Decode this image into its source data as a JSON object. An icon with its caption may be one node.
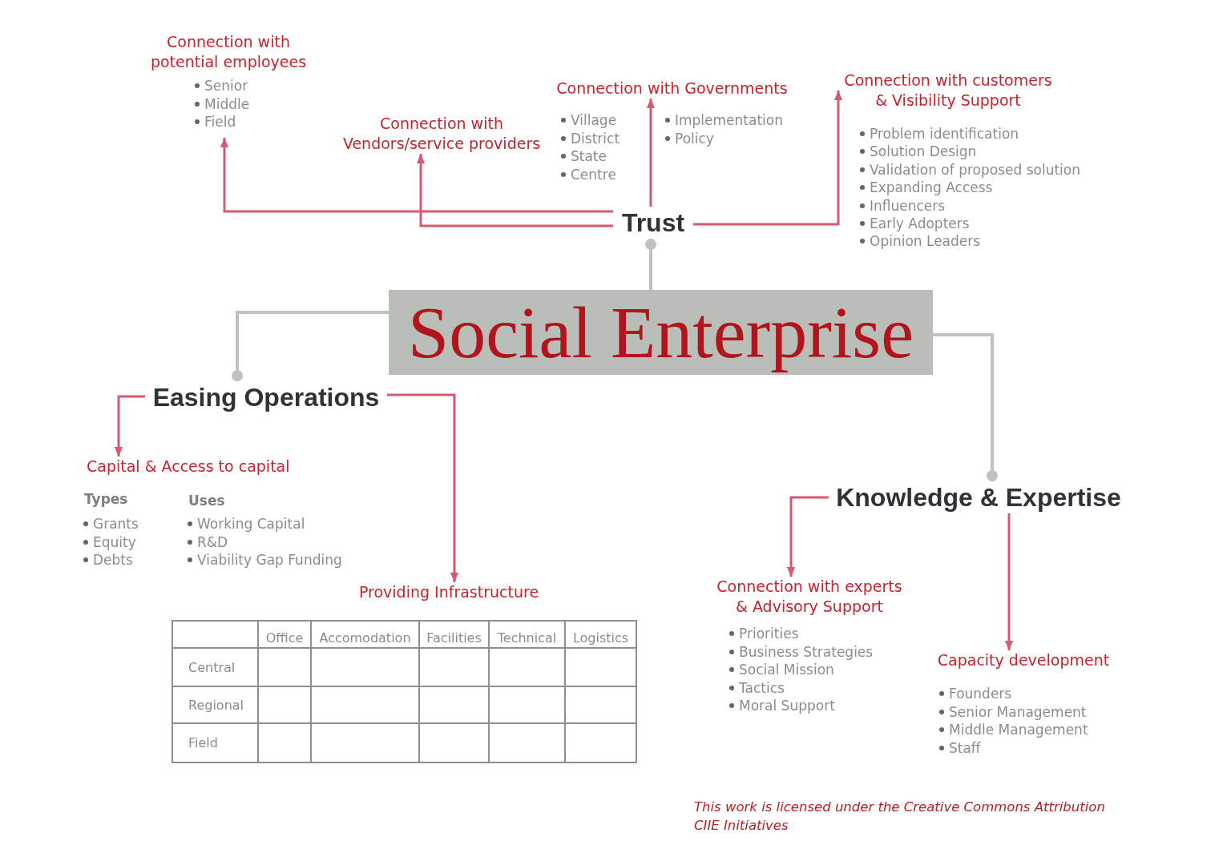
{
  "diagram": {
    "nodes": [
      {
        "text": [
          "Social Enterprise"
        ]
      },
      {
        "text": [
          "Trust"
        ]
      },
      {
        "text": [
          "Connection with potential employees",
          "Senior",
          "Middle",
          "Field"
        ]
      },
      {
        "text": [
          "Connection with Vendors/service providers"
        ]
      },
      {
        "text": [
          "Connection with Governments"
        ],
        "beside": [
          "Village",
          "District",
          "State",
          "Centre",
          "Implementation",
          "Policy"
        ]
      },
      {
        "text": [
          "Connection with customers & Visibility Support"
        ],
        "beside": [
          "Problem identification",
          "Solution Design",
          "Validation of proposed solution",
          "Expanding Access",
          "Influencers",
          "Early Adopters",
          "Opinion Leaders"
        ]
      },
      {
        "text": [
          "Easing Operations"
        ]
      },
      {
        "text": [
          "Capital & Access to capital",
          "Types",
          "Grants",
          "Equity",
          "Debts",
          "Uses",
          "Working Capital",
          "R&D",
          "Viability Gap Funding"
        ]
      },
      {
        "text": [
          "Providing Infrastructure"
        ]
      },
      {
        "text": [
          "Knowledge & Expertise"
        ]
      },
      {
        "text": [
          "Connection with experts & Advisory Support",
          "Priorities",
          "Business Strategies",
          "Social Mission",
          "Tactics",
          "Moral Support"
        ]
      },
      {
        "text": [
          "Capacity development",
          "Founders",
          "Senior Management",
          "Middle Management",
          "Staff"
        ]
      }
    ],
    "edges": [
      {
        "from": 0,
        "to": 1,
        "arrow": "other",
        "color": "#bfc3bf"
      },
      {
        "from": 1,
        "to": 2,
        "arrow": "to"
      },
      {
        "from": 1,
        "to": 3,
        "arrow": "to"
      },
      {
        "from": 1,
        "to": 4,
        "arrow": "to"
      },
      {
        "from": 1,
        "to": 5,
        "arrow": "to"
      },
      {
        "from": 0,
        "to": 6,
        "arrow": "other",
        "color": "#bfc3bf"
      },
      {
        "from": 6,
        "to": 7,
        "arrow": "to"
      },
      {
        "from": 6,
        "to": 8,
        "arrow": "to"
      },
      {
        "from": 0,
        "to": 9,
        "arrow": "other",
        "color": "#bfc3bf"
      },
      {
        "from": 9,
        "to": 10,
        "arrow": "to"
      },
      {
        "from": 9,
        "to": 11,
        "arrow": "to"
      }
    ],
    "labels": [
      "Office",
      "Accomodation",
      "Facilities",
      "Technical",
      "Logistics",
      "Central",
      "Regional",
      "Field",
      "This work is licensed under the Creative Commons Attribution",
      "CIIE Initiatives"
    ]
  }
}
